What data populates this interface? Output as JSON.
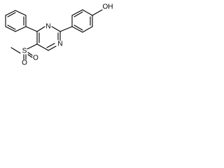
{
  "molecule": {
    "atoms": {
      "hydroxyl": "OH",
      "ring_n1": "N",
      "ring_n2": "N",
      "sulfur": "S",
      "oxygen_lower": "O",
      "oxygen_right": "O"
    }
  }
}
